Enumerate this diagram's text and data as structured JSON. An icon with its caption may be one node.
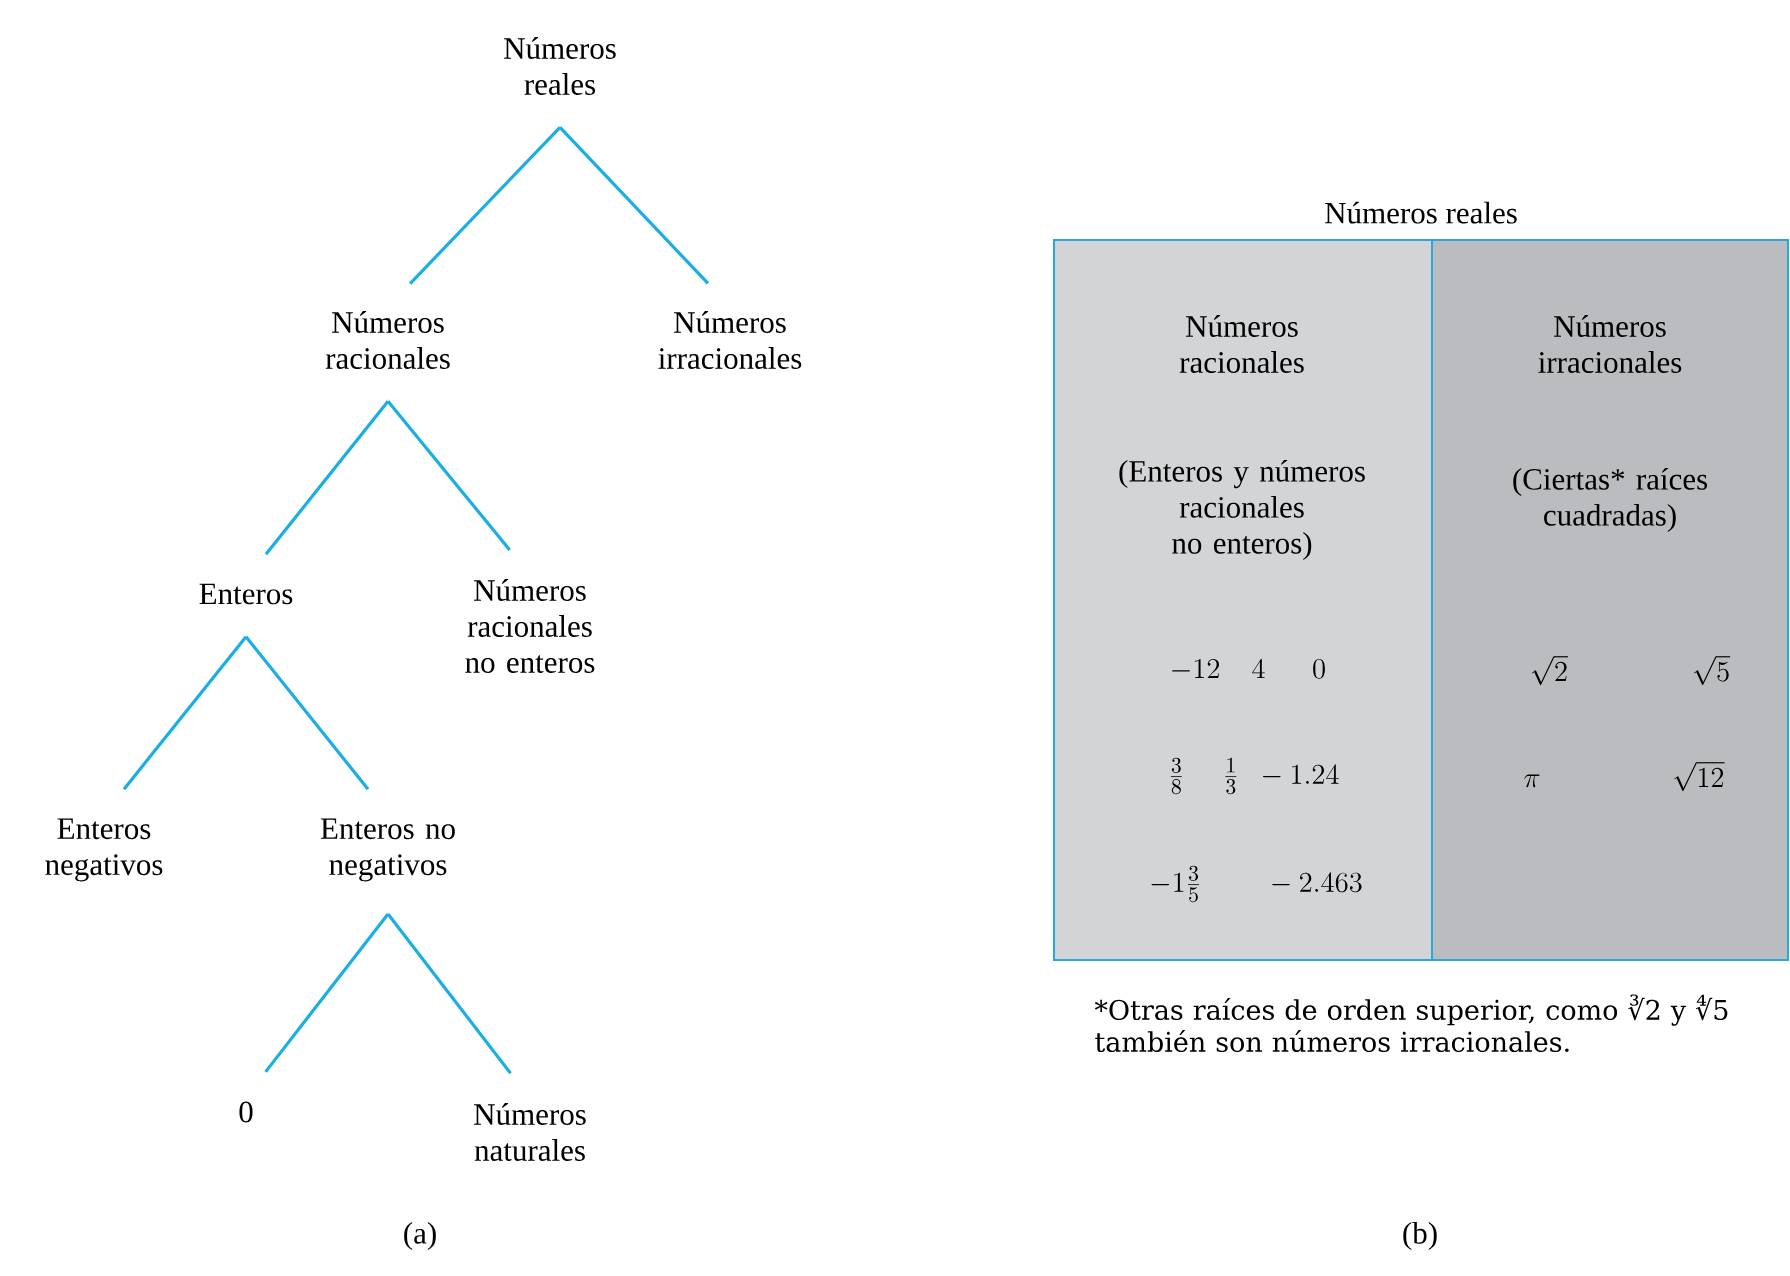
{
  "diagram": {
    "nodes": [
      {
        "text": [
          "Números reales"
        ]
      },
      {
        "text": [
          "Números racionales"
        ]
      },
      {
        "text": [
          "Números irracionales"
        ]
      },
      {
        "text": [
          "Enteros"
        ]
      },
      {
        "text": [
          "Números racionales no enteros"
        ]
      },
      {
        "text": [
          "Enteros negativos"
        ]
      },
      {
        "text": [
          "Enteros no negativos"
        ]
      },
      {
        "text": [
          "0"
        ]
      },
      {
        "text": [
          "Números naturales"
        ]
      },
      {
        "text": [
          "Números reales"
        ]
      },
      {
        "text": [
          "Números racionales",
          "(Enteros y números racionales no enteros)",
          "-12\\quad 4\\quad\\ \\ 0",
          "\\frac{3}{8}\\quad\\ \\frac{1}{3}\\ \\ -1.24",
          "-1\\frac{3}{5}\\qquad -2.463"
        ],
        "in": 9
      },
      {
        "text": [
          "Números irracionales",
          "(Ciertas* raíces cuadradas)",
          "\\sqrt{2}\\qquad\\qquad\\sqrt{5}",
          "\\pi\\qquad\\qquad\\ \\sqrt{12}"
        ],
        "in": 9
      }
    ],
    "edges": [
      {
        "from": 0,
        "to": 1,
        "arrow": "none"
      },
      {
        "from": 0,
        "to": 2,
        "arrow": "none"
      },
      {
        "from": 1,
        "to": 3,
        "arrow": "none"
      },
      {
        "from": 1,
        "to": 4,
        "arrow": "none"
      },
      {
        "from": 3,
        "to": 5,
        "arrow": "none"
      },
      {
        "from": 3,
        "to": 6,
        "arrow": "none"
      },
      {
        "from": 6,
        "to": 7,
        "arrow": "none"
      },
      {
        "from": 6,
        "to": 8,
        "arrow": "none"
      }
    ],
    "labels": [
      "*Otras raíces de orden superior, como ∛2 y ∜5 también son números irracionales.",
      "(a)",
      "(b)"
    ]
  }
}
